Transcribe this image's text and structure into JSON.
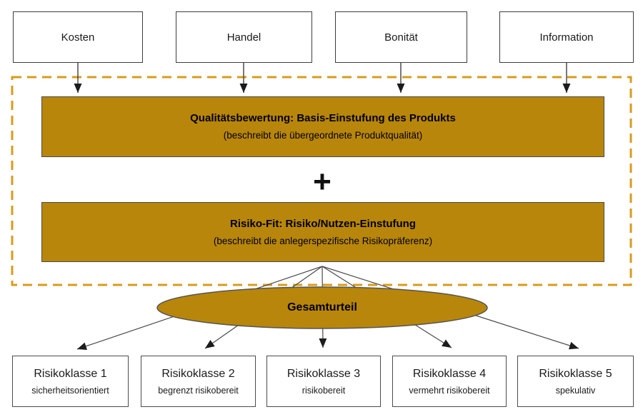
{
  "colors": {
    "gold": "#B8860B",
    "dash": "#D79C1E"
  },
  "top_factors": [
    {
      "label": "Kosten"
    },
    {
      "label": "Handel"
    },
    {
      "label": "Bonität"
    },
    {
      "label": "Information"
    }
  ],
  "quality_box": {
    "title": "Qualitätsbewertung: Basis-Einstufung des Produkts",
    "subtitle": "(beschreibt die übergeordnete Produktqualität)"
  },
  "plus_sign": "+",
  "risk_fit_box": {
    "title": "Risiko-Fit: Risiko/Nutzen-Einstufung",
    "subtitle": "(beschreibt die anlegerspezifische Risikopräferenz)"
  },
  "overall": {
    "label": "Gesamturteil"
  },
  "risk_classes": [
    {
      "name": "Risikoklasse 1",
      "description": "sicherheitsorientiert"
    },
    {
      "name": "Risikoklasse 2",
      "description": "begrenzt risikobereit"
    },
    {
      "name": "Risikoklasse 3",
      "description": "risikobereit"
    },
    {
      "name": "Risikoklasse 4",
      "description": "vermehrt risikobereit"
    },
    {
      "name": "Risikoklasse 5",
      "description": "spekulativ"
    }
  ]
}
